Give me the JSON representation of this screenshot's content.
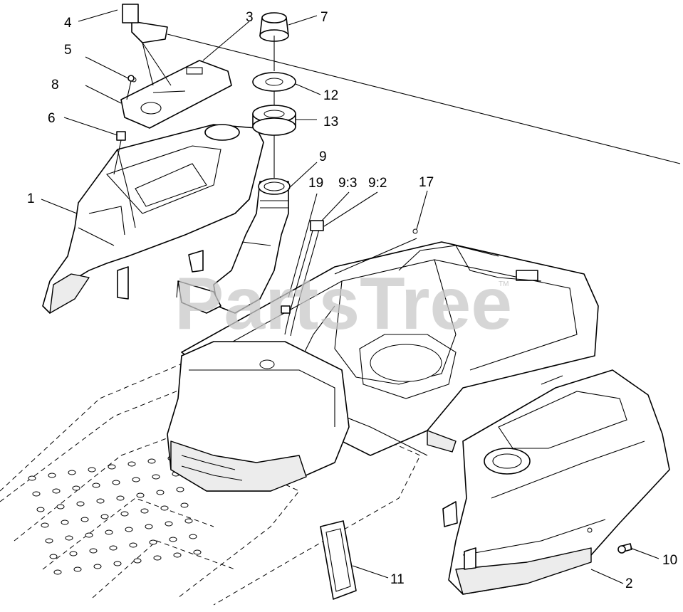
{
  "watermark": {
    "text": "PartsTree",
    "trademark": "TM"
  },
  "callouts": {
    "c1": "1",
    "c2": "2",
    "c3": "3",
    "c4": "4",
    "c5": "5",
    "c6": "6",
    "c7": "7",
    "c8": "8",
    "c9": "9",
    "c9_2": "9:2",
    "c9_3": "9:3",
    "c10": "10",
    "c11": "11",
    "c12": "12",
    "c13": "13",
    "c17": "17",
    "c19": "19"
  }
}
